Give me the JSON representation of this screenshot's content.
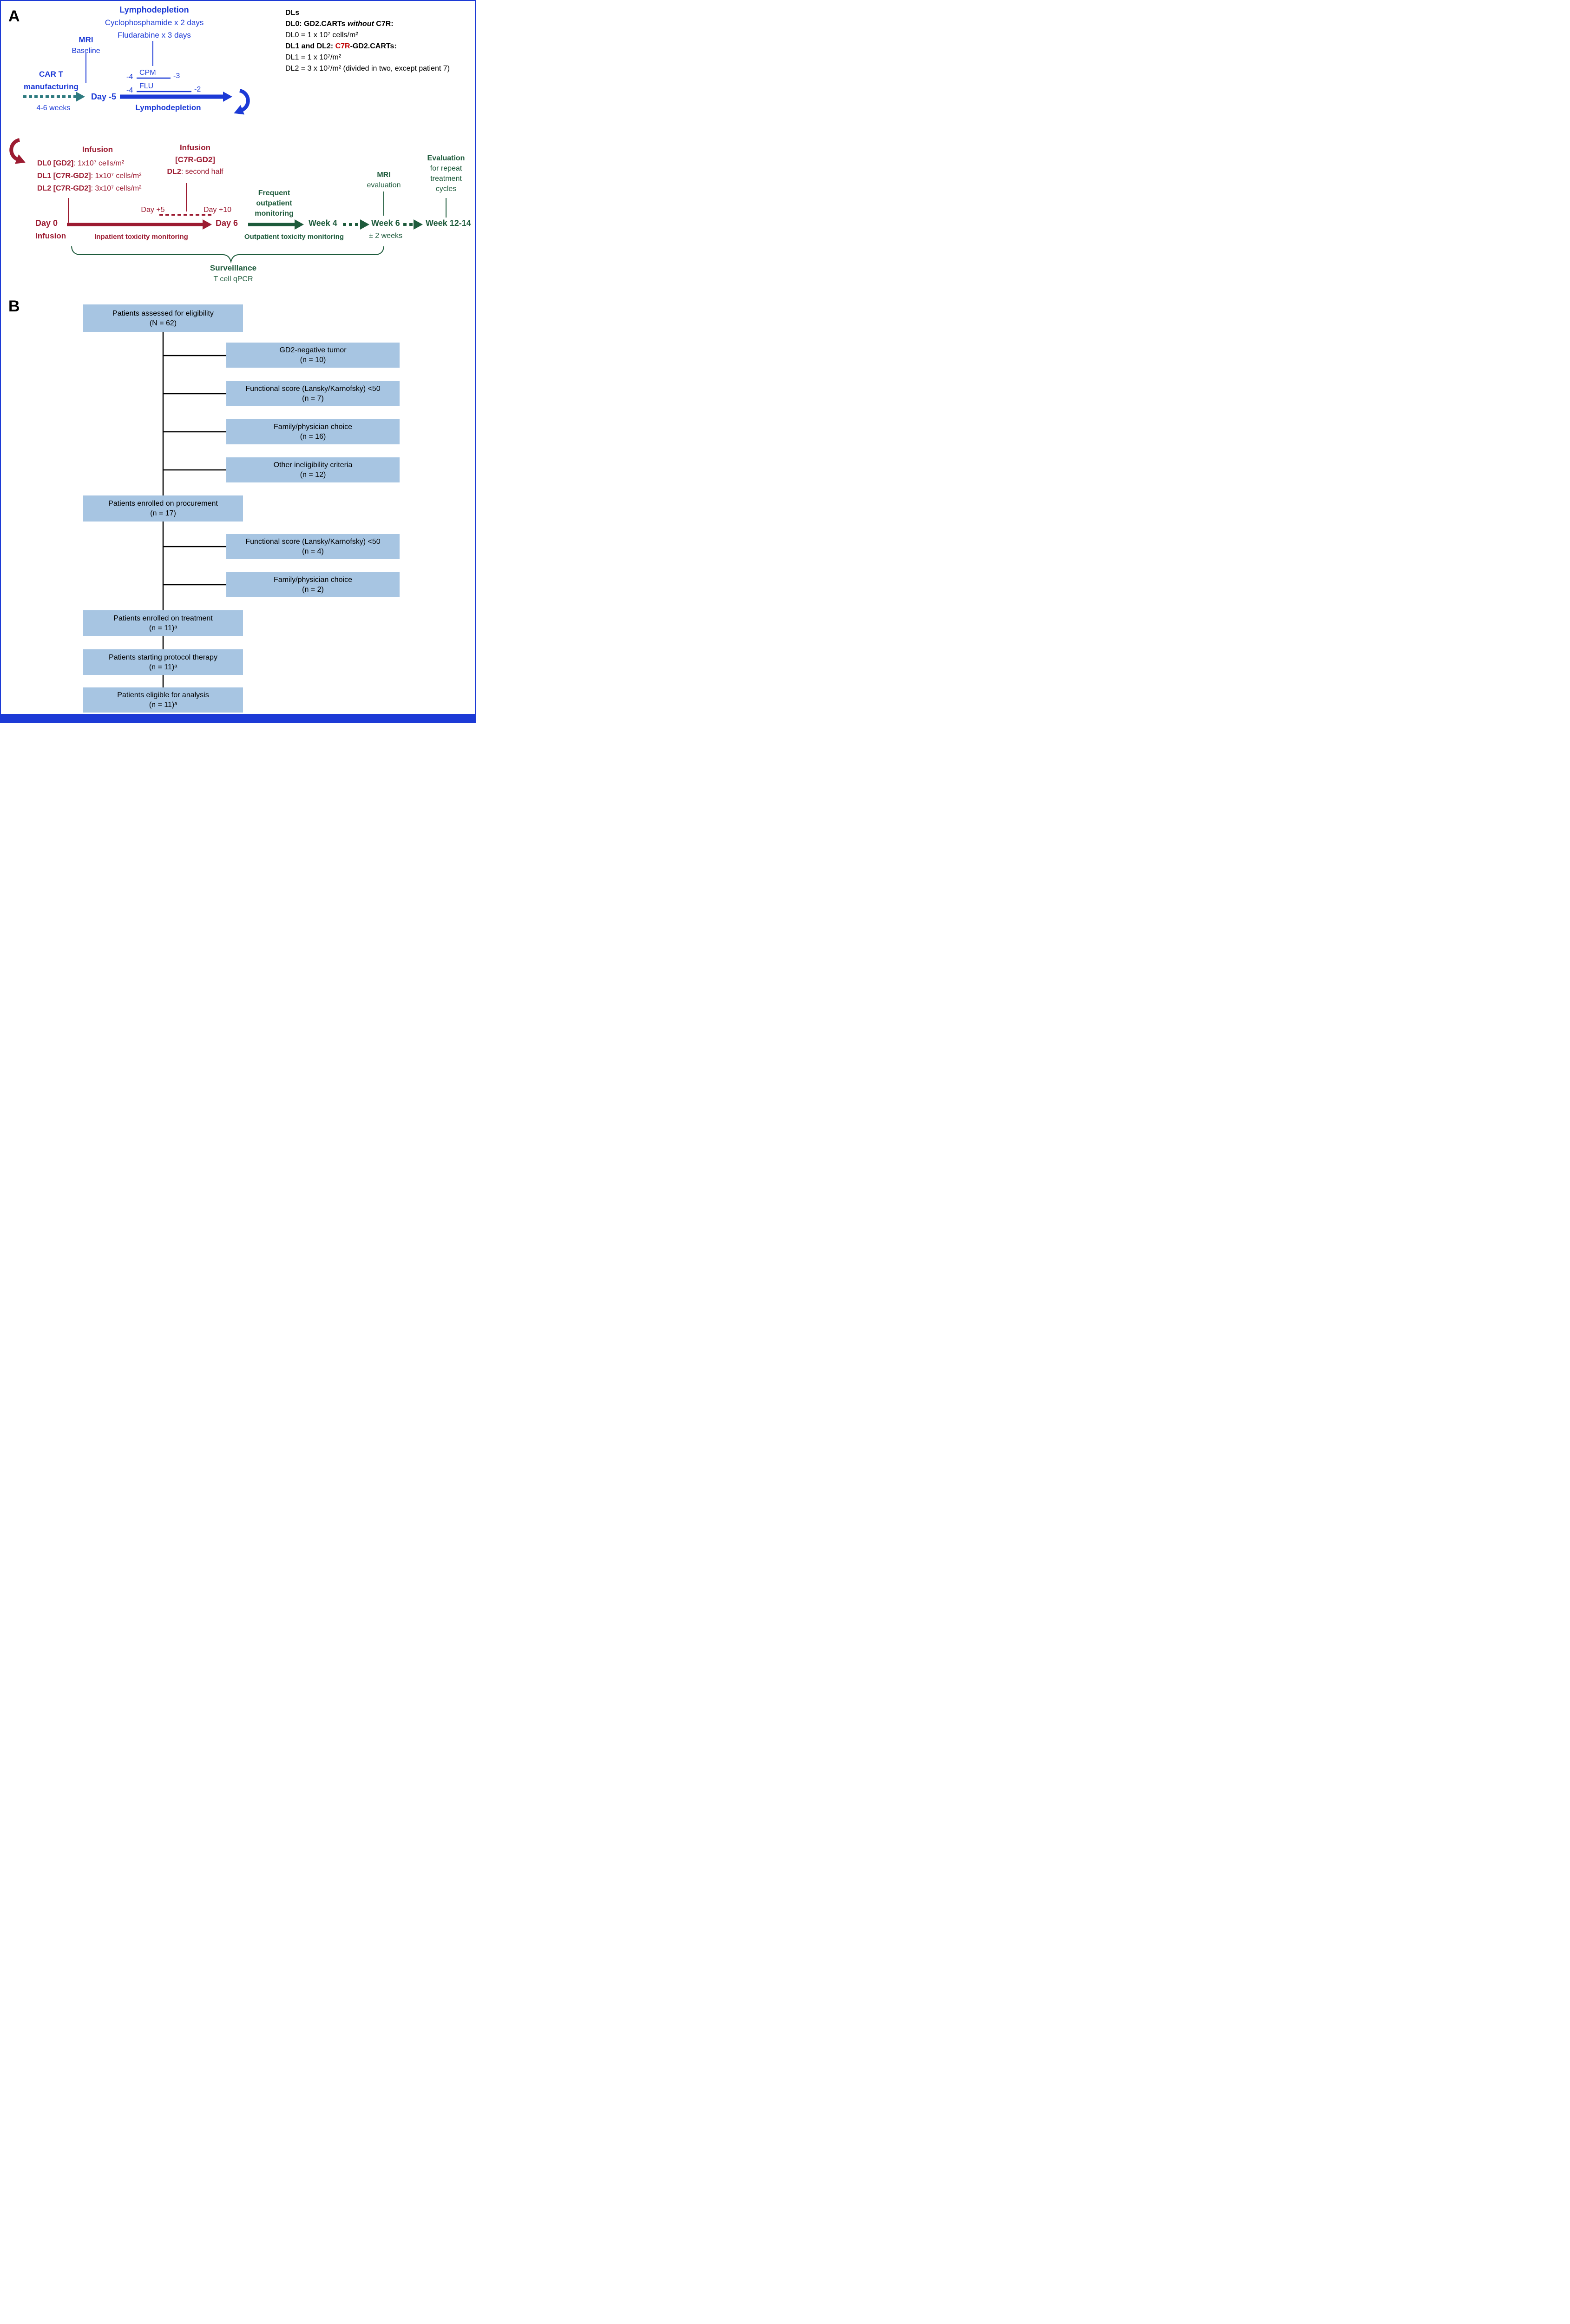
{
  "colors": {
    "blue": "#1C3AD6",
    "teal": "#2F7B80",
    "maroon": "#9C1B31",
    "green": "#1E5B3C",
    "red_accent": "#C00000",
    "box_fill": "#A7C5E2",
    "text_black": "#000000"
  },
  "panel_a": {
    "label": "A",
    "lymphodepletion_header": {
      "title": "Lymphodepletion",
      "drug_1": "Cyclophosphamide x 2 days",
      "drug_2": "Fludarabine x 3 days"
    },
    "mri_baseline": {
      "title": "MRI",
      "subtitle": "Baseline"
    },
    "car_t_manufacturing": {
      "line_1": "CAR T",
      "line_2": "manufacturing"
    },
    "manufacturing_duration": "4-6 weeks",
    "day_minus_5": "Day -5",
    "cpm": {
      "label": "CPM",
      "start_day": "-4",
      "end_day": "-3"
    },
    "flu": {
      "label": "FLU",
      "start_day": "-4",
      "end_day": "-2"
    },
    "lymphodepletion_arrow_label": "Lymphodepletion",
    "dose_levels": {
      "title": "DLs",
      "dl0_heading_part1": "DL0: GD2.CARTs ",
      "dl0_heading_italic": "without",
      "dl0_heading_part2": " C7R:",
      "dl0_value": "DL0 = 1 x 10⁷ cells/m²",
      "dl12_heading_part1": "DL1 and DL2: ",
      "dl12_heading_red": "C7R",
      "dl12_heading_part2": "-GD2.CARTs:",
      "dl1_value": "DL1 = 1 x 10⁷/m²",
      "dl2_value": "DL2 = 3 x 10⁷/m² (divided in two, except patient 7)"
    },
    "infusion_day0": {
      "title": "Infusion",
      "doses": [
        {
          "label": "DL0 [GD2]",
          "value": ": 1x10⁷ cells/m²"
        },
        {
          "label": "DL1 [C7R-GD2]",
          "value": ": 1x10⁷ cells/m²"
        },
        {
          "label": "DL2 [C7R-GD2]",
          "value": ": 3x10⁷ cells/m²"
        }
      ]
    },
    "infusion_second_half": {
      "title": "Infusion",
      "line_2": "[C7R-GD2]",
      "dose_label": "DL2",
      "dose_value": ": second half"
    },
    "day_plus_5": "Day +5",
    "day_plus_10": "Day +10",
    "day_0": "Day 0",
    "day_0_sublabel": "Infusion",
    "inpatient_label": "Inpatient toxicity monitoring",
    "day_6": "Day 6",
    "frequent_monitoring": {
      "line_1": "Frequent",
      "line_2": "outpatient",
      "line_3": "monitoring"
    },
    "outpatient_label": "Outpatient toxicity monitoring",
    "week_4": "Week 4",
    "week_6": "Week 6",
    "week_6_sublabel": "± 2 weeks",
    "week_12_14": "Week 12-14",
    "mri_evaluation": {
      "title": "MRI",
      "subtitle": "evaluation"
    },
    "repeat_evaluation": {
      "title": "Evaluation",
      "line_2": "for repeat",
      "line_3": "treatment",
      "line_4": "cycles"
    },
    "surveillance": {
      "title": "Surveillance",
      "subtitle": "T cell qPCR"
    }
  },
  "panel_b": {
    "label": "B",
    "main_boxes": [
      {
        "line_1": "Patients assessed for eligibility",
        "line_2": "(N = 62)"
      },
      {
        "line_1": "Patients enrolled on procurement",
        "line_2": "(n = 17)"
      },
      {
        "line_1": "Patients enrolled on treatment",
        "line_2": "(n = 11)ᵃ"
      },
      {
        "line_1": "Patients starting protocol therapy",
        "line_2": "(n = 11)ᵃ"
      },
      {
        "line_1": "Patients eligible for analysis",
        "line_2": "(n = 11)ᵃ"
      }
    ],
    "exclusion_boxes": [
      {
        "line_1": "GD2-negative tumor",
        "line_2": "(n = 10)"
      },
      {
        "line_1": "Functional score (Lansky/Karnofsky) <50",
        "line_2": "(n = 7)"
      },
      {
        "line_1": "Family/physician choice",
        "line_2": "(n = 16)"
      },
      {
        "line_1": "Other ineligibility criteria",
        "line_2": "(n = 12)"
      },
      {
        "line_1": "Functional score (Lansky/Karnofsky) <50",
        "line_2": "(n = 4)"
      },
      {
        "line_1": "Family/physician choice",
        "line_2": "(n = 2)"
      }
    ]
  }
}
